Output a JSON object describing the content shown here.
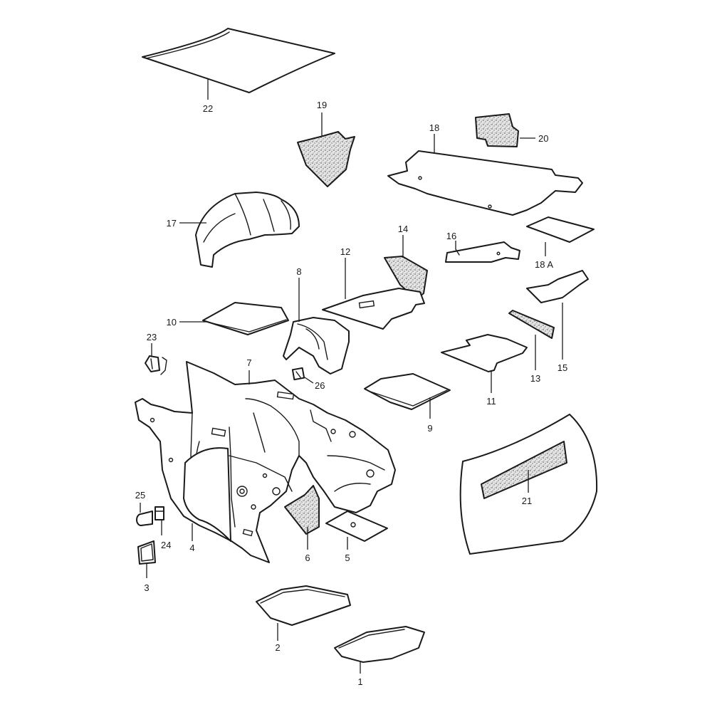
{
  "callouts": {
    "c1": "1",
    "c2": "2",
    "c3": "3",
    "c4": "4",
    "c5": "5",
    "c6": "6",
    "c7": "7",
    "c8": "8",
    "c9": "9",
    "c10": "10",
    "c11": "11",
    "c12": "12",
    "c13": "13",
    "c14": "14",
    "c15": "15",
    "c16": "16",
    "c17": "17",
    "c18": "18",
    "c18a": "18 A",
    "c19": "19",
    "c20": "20",
    "c21": "21",
    "c22": "22",
    "c23": "23",
    "c24": "24",
    "c25": "25",
    "c26": "26"
  }
}
